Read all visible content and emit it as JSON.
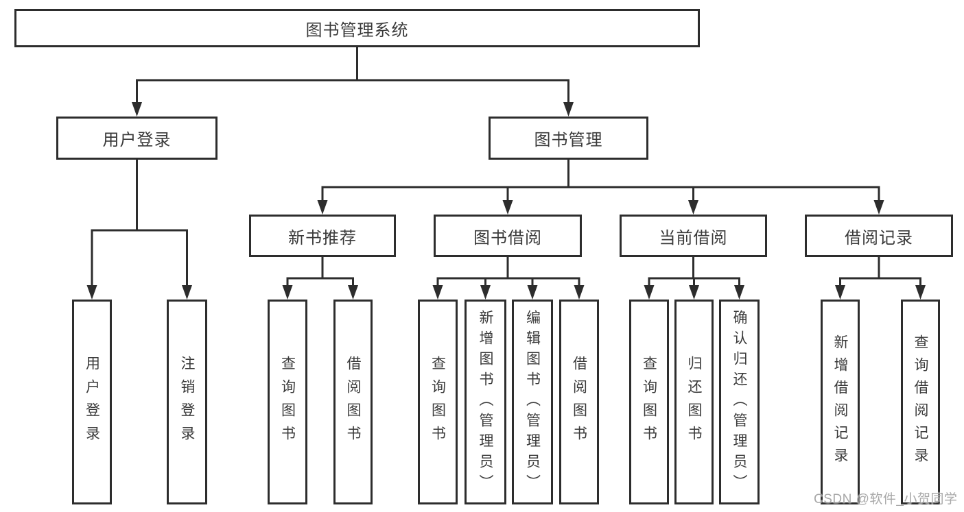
{
  "diagram": {
    "root": {
      "label": "图书管理系统"
    },
    "level2": [
      {
        "label": "用户登录",
        "children": [
          {
            "label": "用户登录"
          },
          {
            "label": "注销登录"
          }
        ]
      },
      {
        "label": "图书管理",
        "children": [
          {
            "label": "新书推荐",
            "children": [
              {
                "label": "查询图书"
              },
              {
                "label": "借阅图书"
              }
            ]
          },
          {
            "label": "图书借阅",
            "children": [
              {
                "label": "查询图书"
              },
              {
                "label": "新增图书（管理员）"
              },
              {
                "label": "编辑图书（管理员）"
              },
              {
                "label": "借阅图书"
              }
            ]
          },
          {
            "label": "当前借阅",
            "children": [
              {
                "label": "查询图书"
              },
              {
                "label": "归还图书"
              },
              {
                "label": "确认归还（管理员）"
              }
            ]
          },
          {
            "label": "借阅记录",
            "children": [
              {
                "label": "新增借阅记录"
              },
              {
                "label": "查询借阅记录"
              }
            ]
          }
        ]
      }
    ]
  },
  "watermark": {
    "text": "CSDN @软件_小贺同学"
  },
  "colors": {
    "line": "#2d2d2d",
    "text": "#3a3a3a",
    "background": "#ffffff",
    "watermark": "#9f9f9f"
  }
}
